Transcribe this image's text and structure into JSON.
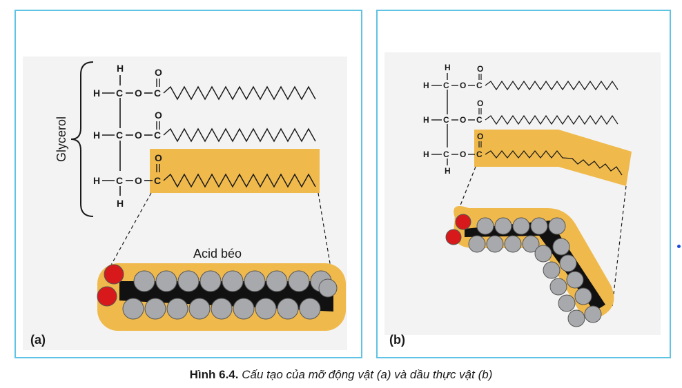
{
  "panel_a": {
    "label": "(a)",
    "glycerol_label": "Glycerol",
    "acid_label": "Acid béo",
    "atoms": {
      "H": "H",
      "C": "C",
      "O": "O"
    }
  },
  "panel_b": {
    "label": "(b)",
    "atoms": {
      "H": "H",
      "C": "C",
      "O": "O"
    }
  },
  "caption": {
    "bold": "Hình 6.4.",
    "italic": "Cấu tạo của mỡ động vật (a) và dầu thực vật (b)"
  },
  "colors": {
    "frame": "#5fc3e4",
    "highlight": "#f0b94b",
    "carbon": "#111111",
    "hydrogen": "#a7a9ac",
    "oxygen": "#d7191c"
  }
}
